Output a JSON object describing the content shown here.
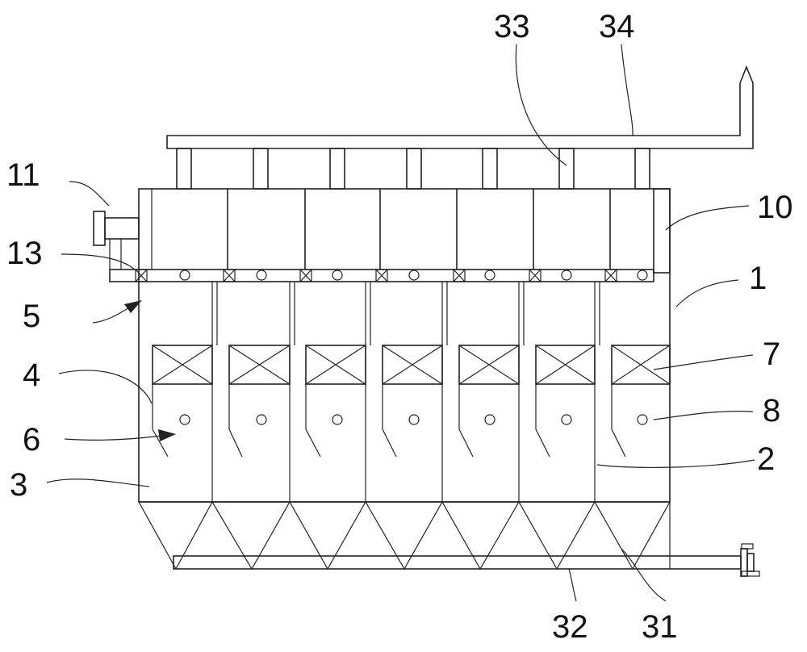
{
  "figure": {
    "callouts": [
      {
        "id": "c1",
        "text": "1"
      },
      {
        "id": "c2",
        "text": "2"
      },
      {
        "id": "c3",
        "text": "3"
      },
      {
        "id": "c4",
        "text": "4"
      },
      {
        "id": "c5",
        "text": "5"
      },
      {
        "id": "c6",
        "text": "6"
      },
      {
        "id": "c7",
        "text": "7"
      },
      {
        "id": "c8",
        "text": "8"
      },
      {
        "id": "c10",
        "text": "10"
      },
      {
        "id": "c11",
        "text": "11"
      },
      {
        "id": "c13",
        "text": "13"
      },
      {
        "id": "c31",
        "text": "31"
      },
      {
        "id": "c32",
        "text": "32"
      },
      {
        "id": "c33",
        "text": "33"
      },
      {
        "id": "c34",
        "text": "34"
      }
    ]
  }
}
